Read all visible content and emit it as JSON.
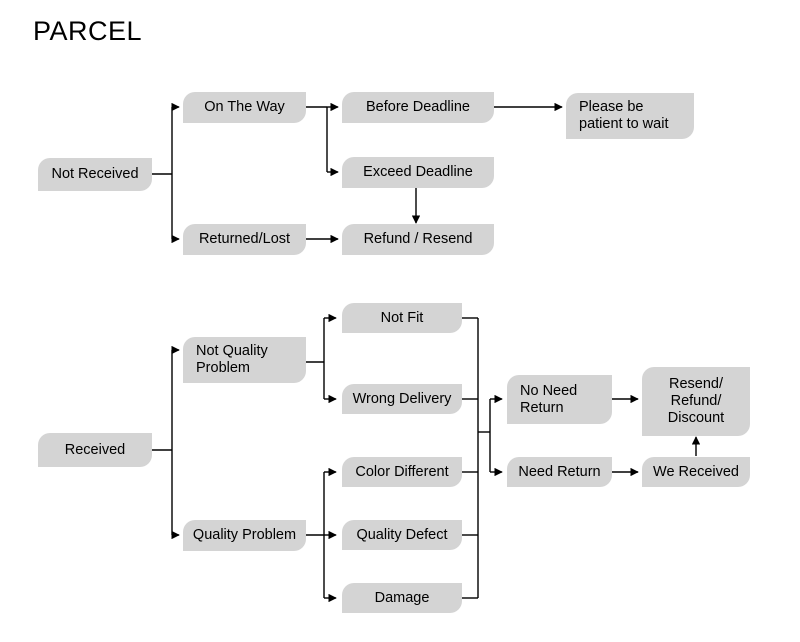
{
  "page": {
    "title": "PARCEL",
    "background_color": "#ffffff",
    "node_fill_color": "#d4d4d4",
    "text_color": "#000000",
    "connector_color": "#000000"
  },
  "diagram": {
    "type": "flowchart",
    "orientation": "left-to-right",
    "branches": [
      {
        "id": "not-received",
        "root_label": "Not Received",
        "nodes": [
          {
            "id": "on-the-way",
            "label": "On The Way"
          },
          {
            "id": "before-deadline",
            "label": "Before Deadline"
          },
          {
            "id": "please-be-patient",
            "label": "Please be\npatient to wait"
          },
          {
            "id": "exceed-deadline",
            "label": "Exceed Deadline"
          },
          {
            "id": "returned-lost",
            "label": "Returned/Lost"
          },
          {
            "id": "refund-resend",
            "label": "Refund / Resend"
          }
        ],
        "edges": [
          {
            "from": "not-received",
            "to": "on-the-way"
          },
          {
            "from": "not-received",
            "to": "returned-lost"
          },
          {
            "from": "on-the-way",
            "to": "before-deadline"
          },
          {
            "from": "on-the-way",
            "to": "exceed-deadline"
          },
          {
            "from": "before-deadline",
            "to": "please-be-patient"
          },
          {
            "from": "exceed-deadline",
            "to": "refund-resend"
          },
          {
            "from": "returned-lost",
            "to": "refund-resend"
          }
        ]
      },
      {
        "id": "received",
        "root_label": "Received",
        "nodes": [
          {
            "id": "not-quality-problem",
            "label": "Not Quality\nProblem"
          },
          {
            "id": "quality-problem",
            "label": "Quality Problem"
          },
          {
            "id": "not-fit",
            "label": "Not Fit"
          },
          {
            "id": "wrong-delivery",
            "label": "Wrong Delivery"
          },
          {
            "id": "color-different",
            "label": "Color Different"
          },
          {
            "id": "quality-defect",
            "label": "Quality Defect"
          },
          {
            "id": "damage",
            "label": "Damage"
          },
          {
            "id": "no-need-return",
            "label": "No Need\nReturn"
          },
          {
            "id": "need-return",
            "label": "Need Return"
          },
          {
            "id": "we-received",
            "label": "We Received"
          },
          {
            "id": "resend-refund-discount",
            "label": "Resend/\nRefund/\nDiscount"
          }
        ],
        "edges": [
          {
            "from": "received",
            "to": "not-quality-problem"
          },
          {
            "from": "received",
            "to": "quality-problem"
          },
          {
            "from": "not-quality-problem",
            "to": "not-fit"
          },
          {
            "from": "not-quality-problem",
            "to": "wrong-delivery"
          },
          {
            "from": "quality-problem",
            "to": "color-different"
          },
          {
            "from": "quality-problem",
            "to": "quality-defect"
          },
          {
            "from": "quality-problem",
            "to": "damage"
          },
          {
            "from": "not-fit",
            "to": "no-need-return"
          },
          {
            "from": "wrong-delivery",
            "to": "no-need-return"
          },
          {
            "from": "color-different",
            "to": "need-return"
          },
          {
            "from": "quality-defect",
            "to": "need-return"
          },
          {
            "from": "damage",
            "to": "need-return"
          },
          {
            "from": "no-need-return",
            "to": "resend-refund-discount"
          },
          {
            "from": "need-return",
            "to": "we-received"
          },
          {
            "from": "we-received",
            "to": "resend-refund-discount"
          }
        ]
      }
    ],
    "labels": {
      "not_received": "Not Received",
      "on_the_way": "On The Way",
      "before_deadline": "Before Deadline",
      "please_be_patient": "Please be\npatient to wait",
      "exceed_deadline": "Exceed Deadline",
      "returned_lost": "Returned/Lost",
      "refund_resend": "Refund / Resend",
      "received": "Received",
      "not_quality_problem": "Not Quality\nProblem",
      "quality_problem": "Quality Problem",
      "not_fit": "Not Fit",
      "wrong_delivery": "Wrong Delivery",
      "color_different": "Color Different",
      "quality_defect": "Quality Defect",
      "damage": "Damage",
      "no_need_return": "No Need\nReturn",
      "need_return": "Need Return",
      "we_received": "We Received",
      "resend_refund_discount": "Resend/\nRefund/\nDiscount"
    }
  }
}
